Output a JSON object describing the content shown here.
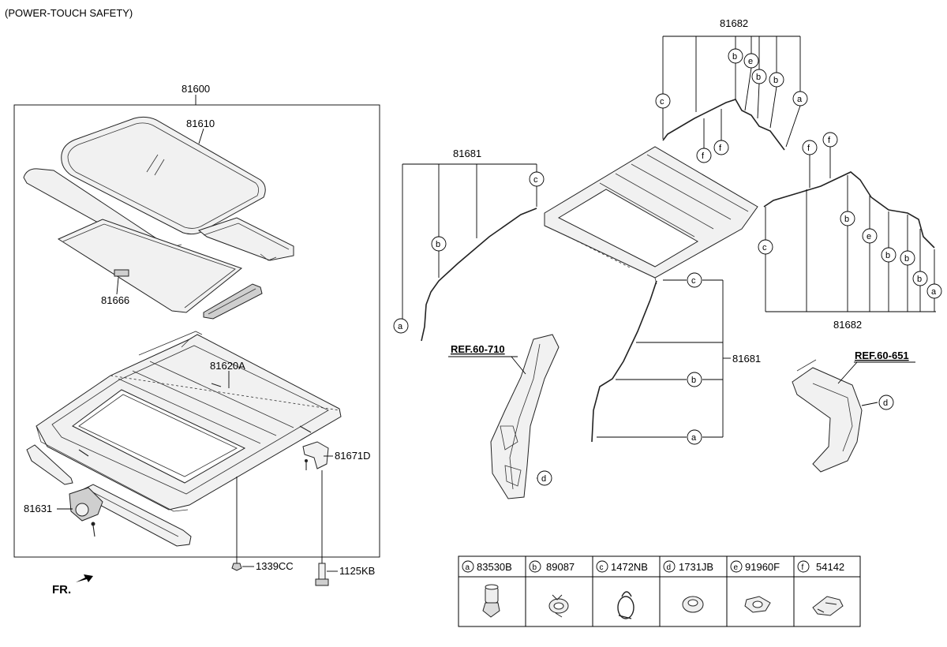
{
  "header": {
    "caption": "(POWER-TOUCH SAFETY)"
  },
  "assembly": {
    "number": "81600"
  },
  "parts": {
    "glass": "81610",
    "shade": "81666",
    "frame": "81620A",
    "motor": "81631",
    "bracket": "81671D",
    "bolt_small": "1339CC",
    "bolt_large": "1125KB"
  },
  "front_hoses": {
    "number": "81681",
    "number_lower": "81681"
  },
  "rear_hoses": {
    "number_top": "81682",
    "number_bottom": "81682"
  },
  "references": {
    "left": "REF.60-710",
    "right": "REF.60-651"
  },
  "direction": {
    "label": "FR."
  },
  "callouts": {
    "a": "a",
    "b": "b",
    "c": "c",
    "d": "d",
    "e": "e",
    "f": "f"
  },
  "legend": [
    {
      "letter": "a",
      "part": "83530B",
      "icon": "drain-plug-icon"
    },
    {
      "letter": "b",
      "part": "89087",
      "icon": "hose-clamp-icon"
    },
    {
      "letter": "c",
      "part": "1472NB",
      "icon": "wire-clip-icon"
    },
    {
      "letter": "d",
      "part": "1731JB",
      "icon": "grommet-icon"
    },
    {
      "letter": "e",
      "part": "91960F",
      "icon": "hose-clip-icon"
    },
    {
      "letter": "f",
      "part": "54142",
      "icon": "bracket-clip-icon"
    }
  ]
}
